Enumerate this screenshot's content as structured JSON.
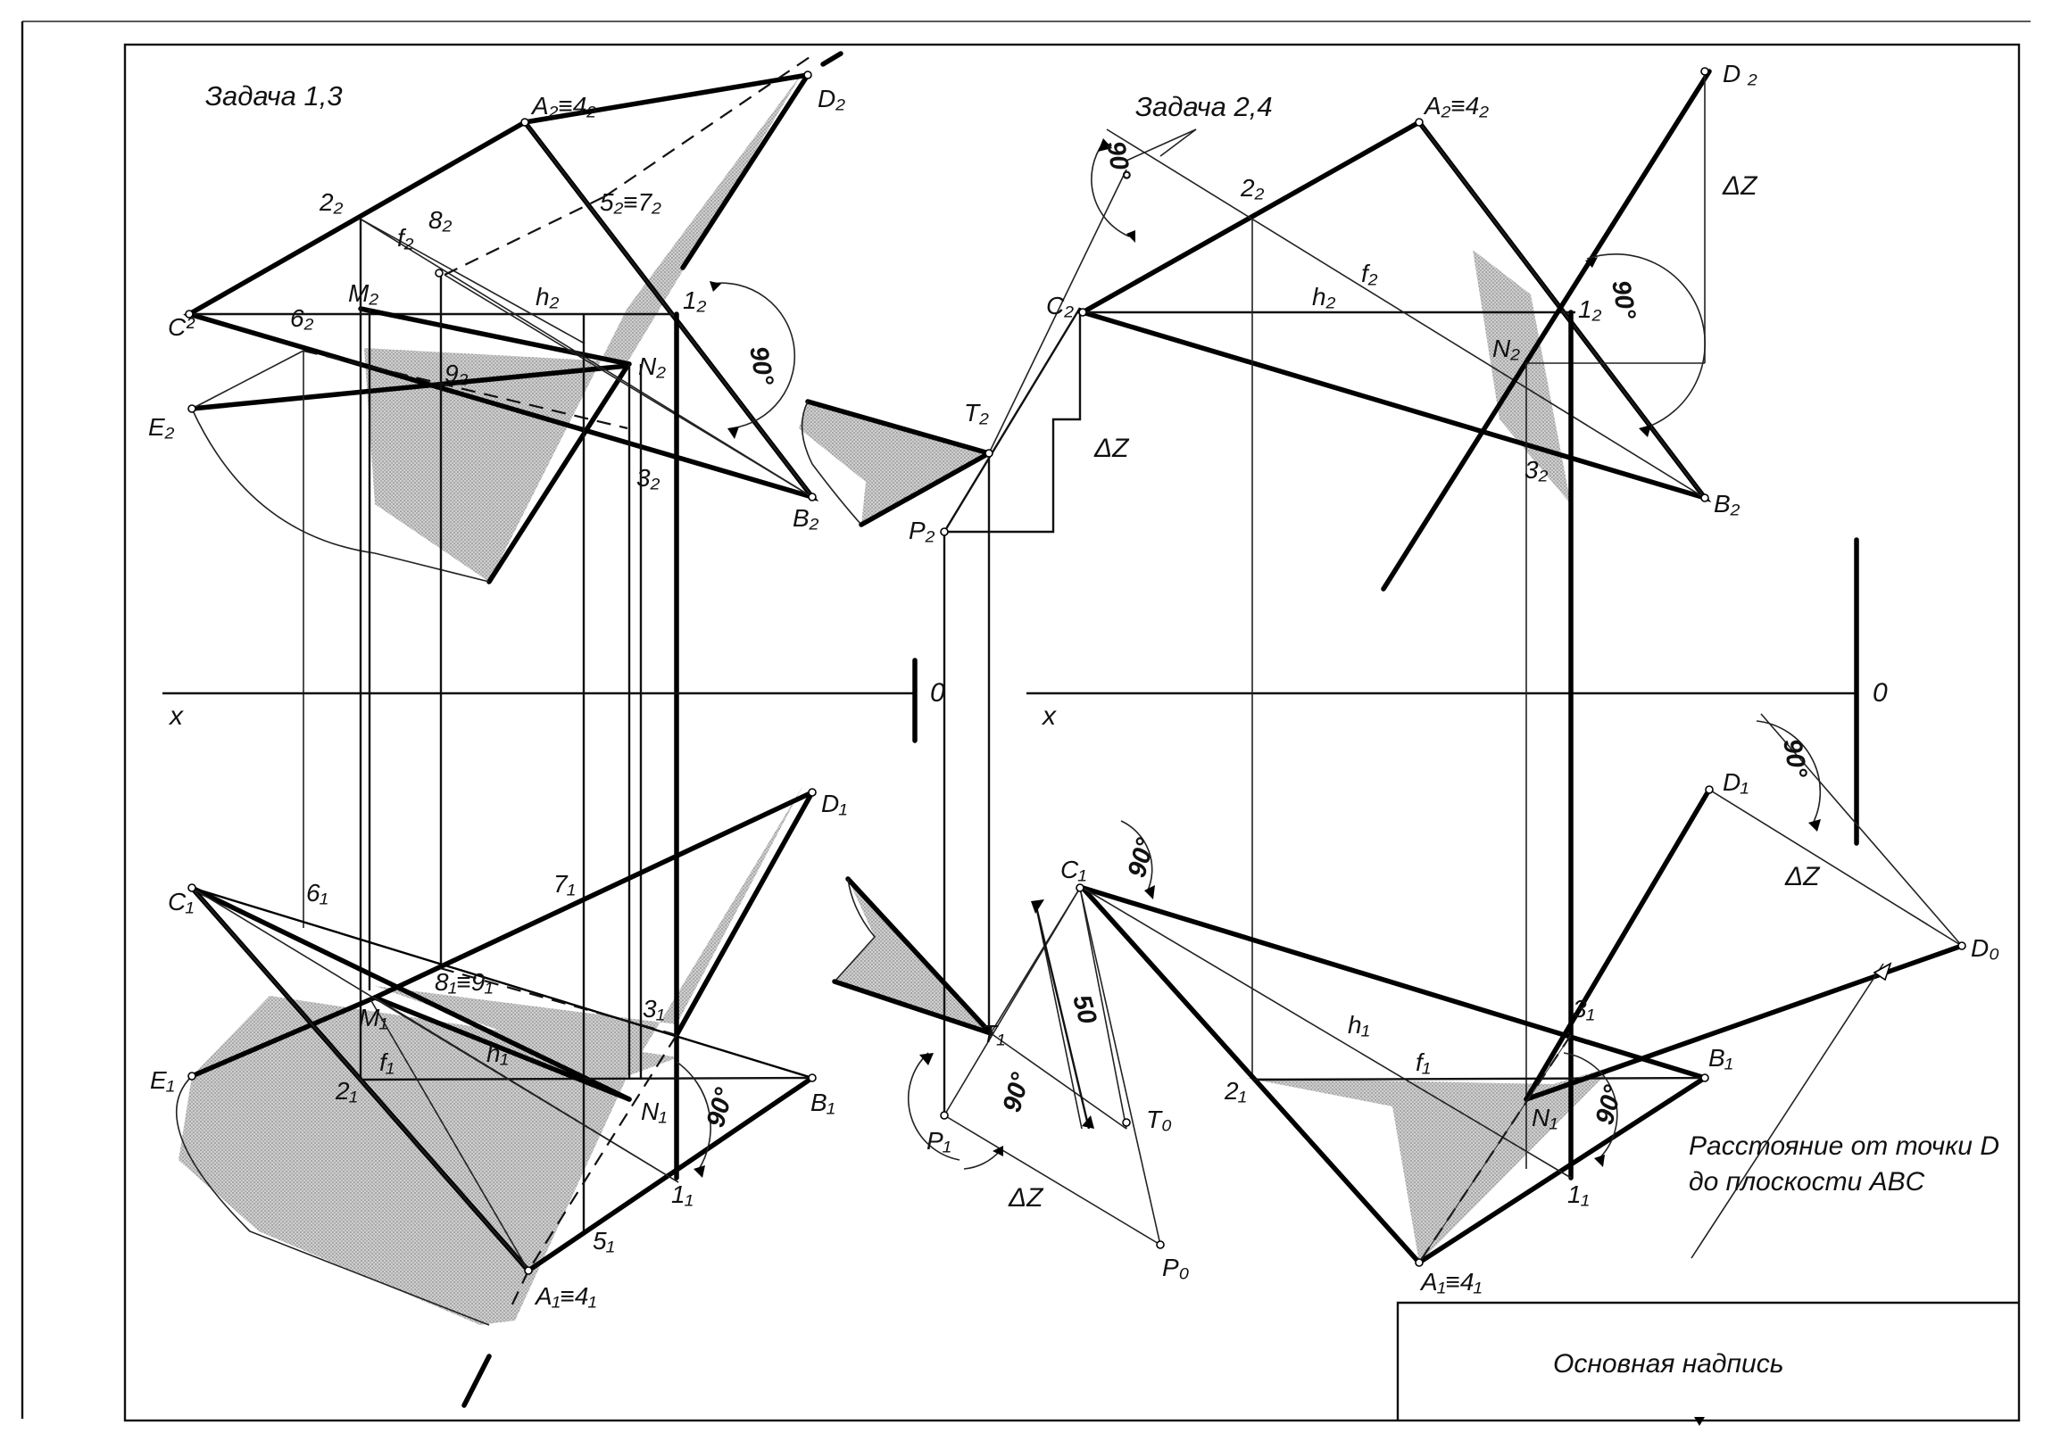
{
  "task_left": {
    "title": "Задача 1,3"
  },
  "task_right": {
    "title": "Задача 2,4"
  },
  "axis": {
    "x_label": "x",
    "origin_label": "0"
  },
  "angle_label": "90°",
  "delta_z": "ΔZ",
  "dimension_50": "50",
  "note": {
    "line1": "Расстояние от точки D",
    "line2": "до плоскости ABC"
  },
  "title_block": "Основная надпись",
  "labels_left": {
    "A2": "A₂≡4₂",
    "D2": "D₂",
    "two2": "2₂",
    "f2": "f₂",
    "eight2": "8₂",
    "five2": "5₂≡7₂",
    "C2": "C²",
    "six2": "6₂",
    "M2": "M₂",
    "h2": "h₂",
    "one2": "1₂",
    "N2": "N₂",
    "nine2": "9₂",
    "E2": "E₂",
    "three2": "3₂",
    "B2": "B₂",
    "D1": "D₁",
    "C1": "C₁",
    "six1": "6₁",
    "seven1": "7₁",
    "eight1": "8₁≡9₁",
    "M1": "M₁",
    "three1": "3₁",
    "E1": "E₁",
    "two1": "2₁",
    "f1": "f₁",
    "h1": "h₁",
    "N1": "N₁",
    "B1": "B₁",
    "one1": "1₁",
    "five1": "5₁",
    "A1": "A₁≡4₁"
  },
  "labels_mid": {
    "T2": "T₂",
    "P2": "P₂",
    "C1": "C₁",
    "T1": "T₁",
    "T0": "T₀",
    "P1": "P₁",
    "P0": "P₀"
  },
  "labels_right": {
    "A2": "A₂≡4₂",
    "D2": "D ₂",
    "two2": "2₂",
    "f2": "f₂",
    "C2": "C₂",
    "h2": "h₂",
    "one2": "1₂",
    "N2": "N₂",
    "three2": "3₂",
    "B2": "B₂",
    "D1": "D₁",
    "D0": "D₀",
    "three1": "3₁",
    "h1": "h₁",
    "f1": "f₁",
    "two1": "2₁",
    "N1": "N₁",
    "B1": "B₁",
    "one1": "1₁",
    "A1": "A₁≡4₁"
  }
}
